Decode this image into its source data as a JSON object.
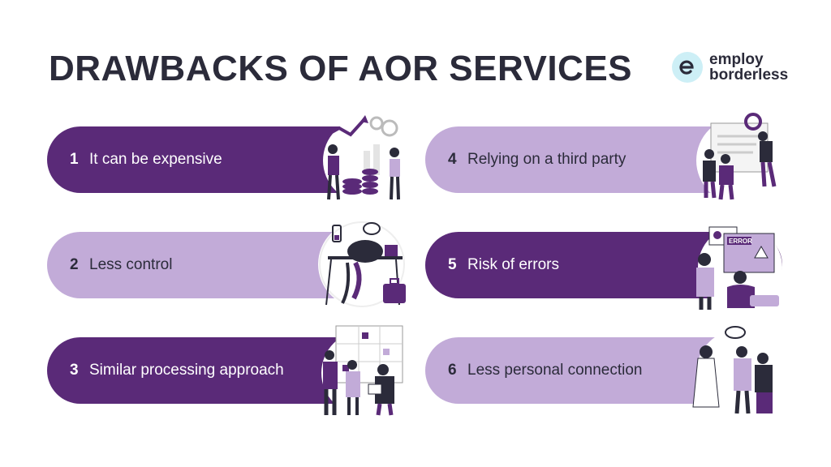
{
  "title": "DRAWBACKS OF AOR SERVICES",
  "brand": {
    "line1": "employ",
    "line2": "borderless",
    "icon": "e-logo-icon"
  },
  "colors": {
    "dark": "#5a2a78",
    "light": "#c2abd8",
    "text": "#2b2b3a"
  },
  "items": [
    {
      "num": "1",
      "label": "It can be expensive",
      "style": "dark",
      "icon": "coins-growth-illustration"
    },
    {
      "num": "2",
      "label": "Less control",
      "style": "light",
      "icon": "exhausted-worker-illustration"
    },
    {
      "num": "3",
      "label": "Similar processing approach",
      "style": "dark",
      "icon": "team-board-illustration"
    },
    {
      "num": "4",
      "label": "Relying on a third party",
      "style": "light",
      "icon": "support-people-illustration"
    },
    {
      "num": "5",
      "label": "Risk of errors",
      "style": "dark",
      "icon": "error-screen-illustration"
    },
    {
      "num": "6",
      "label": "Less personal connection",
      "style": "light",
      "icon": "people-talking-illustration"
    }
  ]
}
